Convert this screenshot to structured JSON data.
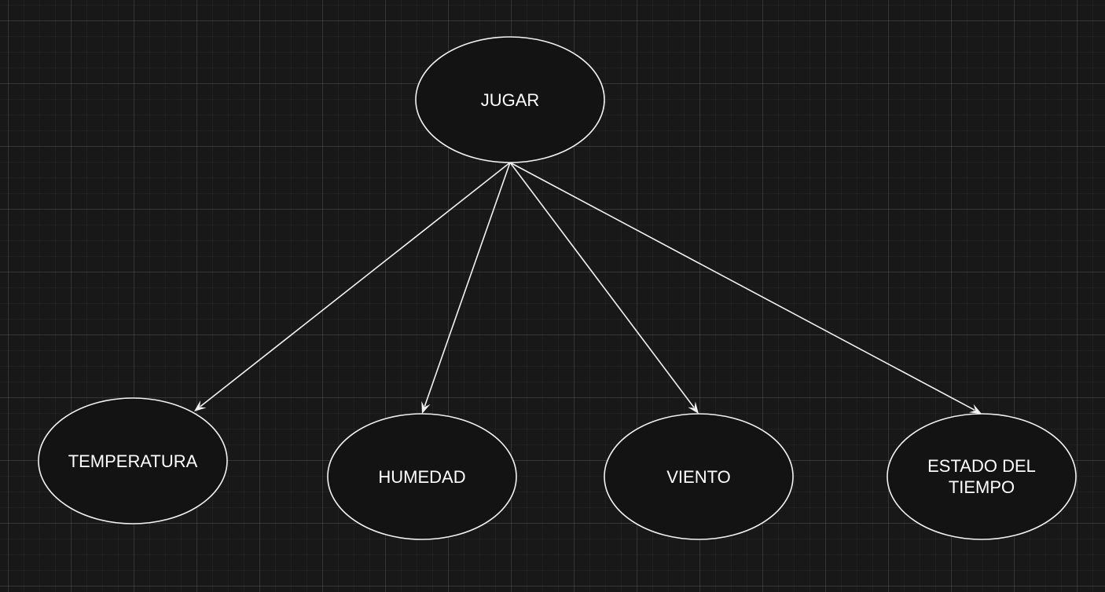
{
  "diagram": {
    "colors": {
      "background": "#181818",
      "node_fill": "#131313",
      "stroke": "#f2f2f2",
      "text": "#ffffff"
    },
    "nodes": [
      {
        "id": "jugar",
        "label": "JUGAR"
      },
      {
        "id": "temperatura",
        "label": "TEMPERATURA"
      },
      {
        "id": "humedad",
        "label": "HUMEDAD"
      },
      {
        "id": "viento",
        "label": "VIENTO"
      },
      {
        "id": "estado",
        "label": "ESTADO DEL\nTIEMPO"
      }
    ],
    "edges": [
      {
        "from": "jugar",
        "to": "temperatura"
      },
      {
        "from": "jugar",
        "to": "humedad"
      },
      {
        "from": "jugar",
        "to": "viento"
      },
      {
        "from": "jugar",
        "to": "estado"
      }
    ]
  }
}
